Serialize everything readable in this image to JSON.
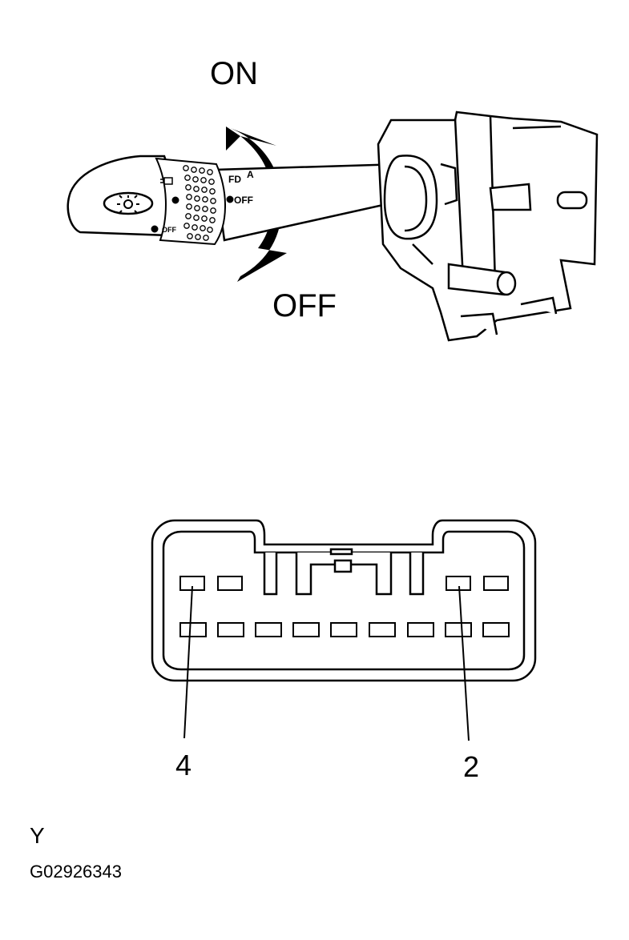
{
  "switch": {
    "on_label": "ON",
    "off_label": "OFF",
    "ring_label_off": "OFF",
    "knob_label_off": "OFF",
    "ring_label_auto": "A",
    "knob_label_fog": "FD"
  },
  "connector": {
    "pin_left": "4",
    "pin_right": "2",
    "connector_letter": "Y"
  },
  "figure_id": "G02926343"
}
